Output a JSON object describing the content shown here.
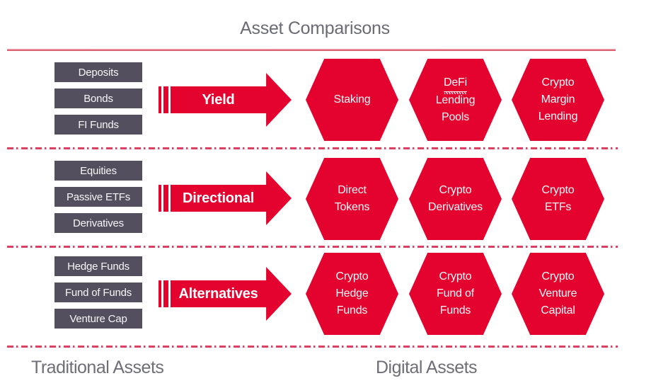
{
  "title": "Asset Comparisons",
  "columns": {
    "traditional": "Traditional Assets",
    "digital": "Digital Assets"
  },
  "colors": {
    "accent_red": "#E4032E",
    "box_dark": "#544F5E",
    "heading_gray": "#6B6B75",
    "divider_red": "#DB3F62"
  },
  "rows": [
    {
      "arrow_label": "Yield",
      "traditional": [
        "Deposits",
        "Bonds",
        "FI Funds"
      ],
      "digital": [
        {
          "lines": [
            "Staking"
          ]
        },
        {
          "lines": [
            "DeFi",
            "Lending",
            "Pools"
          ]
        },
        {
          "lines": [
            "Crypto",
            "Margin",
            "Lending"
          ]
        }
      ]
    },
    {
      "arrow_label": "Directional",
      "traditional": [
        "Equities",
        "Passive ETFs",
        "Derivatives"
      ],
      "digital": [
        {
          "lines": [
            "Direct",
            "Tokens"
          ]
        },
        {
          "lines": [
            "Crypto",
            "Derivatives"
          ]
        },
        {
          "lines": [
            "Crypto",
            "ETFs"
          ]
        }
      ]
    },
    {
      "arrow_label": "Alternatives",
      "traditional": [
        "Hedge Funds",
        "Fund of Funds",
        "Venture Cap"
      ],
      "digital": [
        {
          "lines": [
            "Crypto",
            "Hedge",
            "Funds"
          ]
        },
        {
          "lines": [
            "Crypto",
            "Fund of",
            "Funds"
          ]
        },
        {
          "lines": [
            "Crypto",
            "Venture",
            "Capital"
          ]
        }
      ]
    }
  ]
}
